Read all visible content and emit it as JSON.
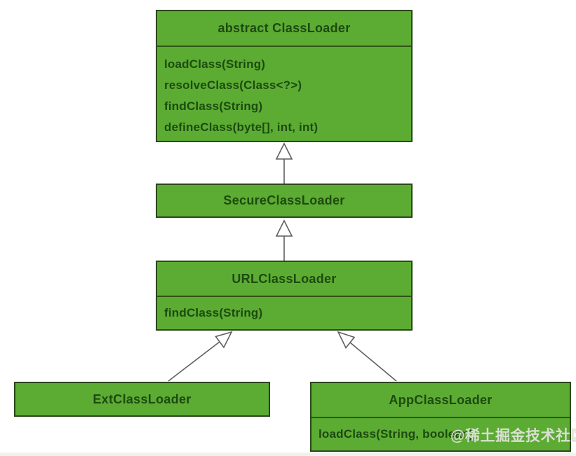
{
  "diagram": {
    "type": "uml-class-diagram",
    "classes": [
      {
        "name": "abstract ClassLoader",
        "methods": [
          "loadClass(String)",
          "resolveClass(Class<?>)",
          "findClass(String)",
          "defineClass(byte[], int, int)"
        ]
      },
      {
        "name": "SecureClassLoader",
        "methods": []
      },
      {
        "name": "URLClassLoader",
        "methods": [
          "findClass(String)"
        ]
      },
      {
        "name": "ExtClassLoader",
        "methods": []
      },
      {
        "name": "AppClassLoader",
        "methods": [
          "loadClass(String, boolean)"
        ]
      }
    ],
    "relationships": [
      {
        "from": "SecureClassLoader",
        "to": "abstract ClassLoader",
        "type": "inheritance"
      },
      {
        "from": "URLClassLoader",
        "to": "SecureClassLoader",
        "type": "inheritance"
      },
      {
        "from": "ExtClassLoader",
        "to": "URLClassLoader",
        "type": "inheritance"
      },
      {
        "from": "AppClassLoader",
        "to": "URLClassLoader",
        "type": "inheritance"
      }
    ],
    "colors": {
      "box_fill": "#5cac33",
      "box_border": "#2b471a",
      "text": "#1d4a10",
      "arrow_stroke": "#5f5f5f"
    },
    "watermark": {
      "text": "@稀土掘金技术社区"
    }
  }
}
